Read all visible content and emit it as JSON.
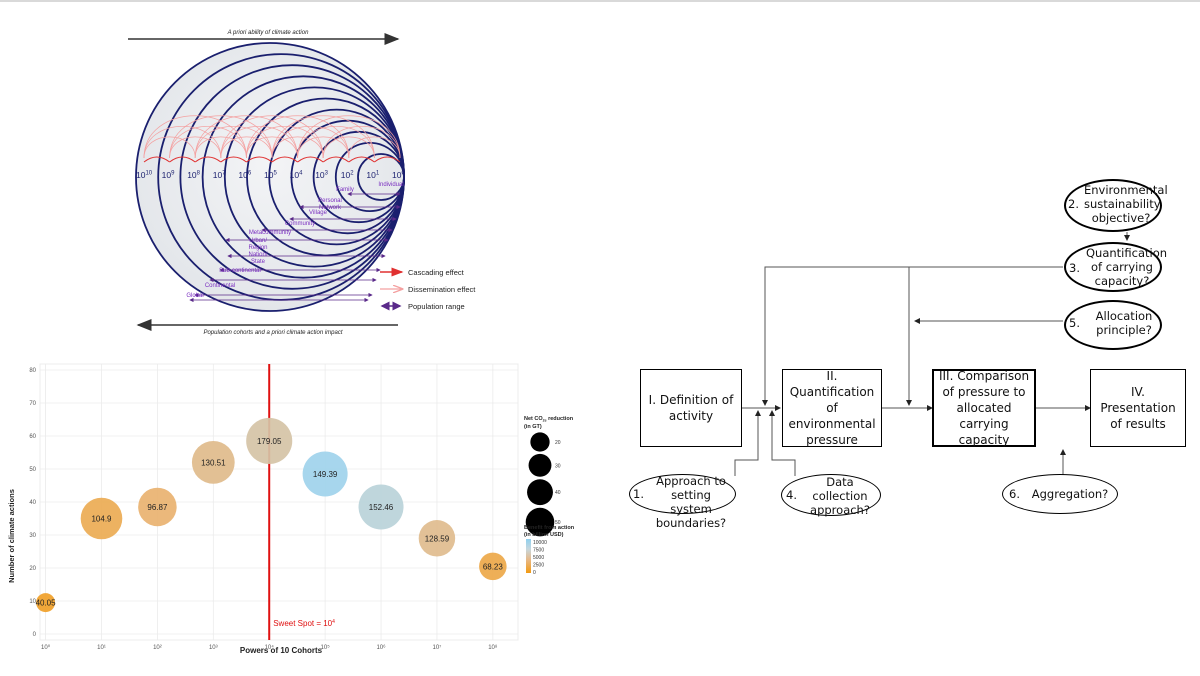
{
  "circle_diagram": {
    "top_arrow_label": "A priori ability of climate action",
    "bottom_arrow_label": "Population cohorts and a priori climate action impact",
    "powers": [
      "10",
      "9",
      "8",
      "7",
      "6",
      "5",
      "4",
      "3",
      "2",
      "1",
      "0"
    ],
    "power_base": "10",
    "cohorts": [
      "Individual",
      "Family",
      "Personal Network",
      "Village",
      "Community",
      "Metacommunity",
      "Urban/ Region",
      "Nation/ State",
      "Sub-continental",
      "Continental",
      "Global"
    ],
    "legend": [
      {
        "label": "Cascading effect",
        "color": "#e03030"
      },
      {
        "label": "Dissemination effect",
        "color": "#f4a0a0"
      },
      {
        "label": "Population range",
        "color": "#5a2a8a"
      }
    ],
    "colors": {
      "circle": "#1a1f6e",
      "cohort_text": "#7a2fc0",
      "cascade": "#e03030"
    }
  },
  "chart_data": {
    "type": "scatter",
    "xlabel": "Powers of 10 Cohorts",
    "ylabel": "Number of climate actions",
    "x_ticks": [
      "10⁰",
      "10¹",
      "10²",
      "10³",
      "10⁴",
      "10⁵",
      "10⁶",
      "10⁷",
      "10⁸"
    ],
    "y_ticks": [
      0,
      10,
      20,
      30,
      40,
      50,
      60,
      70,
      80
    ],
    "ylim": [
      0,
      80
    ],
    "xlim": [
      -0.1,
      8.45
    ],
    "points": [
      {
        "x": 0,
        "y": 9.5,
        "label": "40.05",
        "co2": 4,
        "benefit": 600
      },
      {
        "x": 1,
        "y": 35,
        "label": "104.9",
        "co2": 30,
        "benefit": 1800
      },
      {
        "x": 2,
        "y": 38.5,
        "label": "96.87",
        "co2": 25,
        "benefit": 2600
      },
      {
        "x": 3,
        "y": 52,
        "label": "130.51",
        "co2": 32,
        "benefit": 4300
      },
      {
        "x": 4,
        "y": 58.5,
        "label": "179.05",
        "co2": 38,
        "benefit": 5600
      },
      {
        "x": 5,
        "y": 48.5,
        "label": "149.39",
        "co2": 36,
        "benefit": 10000
      },
      {
        "x": 6,
        "y": 38.5,
        "label": "152.46",
        "co2": 36,
        "benefit": 7800
      },
      {
        "x": 7,
        "y": 29,
        "label": "128.59",
        "co2": 22,
        "benefit": 4500
      },
      {
        "x": 8,
        "y": 20.5,
        "label": "68.23",
        "co2": 11,
        "benefit": 1500
      }
    ],
    "sweet_spot": {
      "x": 4,
      "label": "Sweet Spot = 10",
      "exponent": "4",
      "color": "#e01010"
    },
    "legend_size": {
      "title_line1": "Net CO",
      "title_sub": "2e",
      "title_line1_end": " reduction",
      "title_line2": "(in GT)",
      "values": [
        "20",
        "30",
        "40",
        "50"
      ]
    },
    "legend_color": {
      "title_line1": "Benefit from action",
      "title_line2": "(in billion USD)",
      "values": [
        "10000",
        "7500",
        "5000",
        "2500",
        "0"
      ]
    },
    "grid": true
  },
  "flowchart": {
    "steps": [
      {
        "label": "I. Definition of activity"
      },
      {
        "label": "II. Quantification of environmental pressure"
      },
      {
        "label": "III. Comparison of pressure to allocated carrying capacity"
      },
      {
        "label": "IV. Presentation of results"
      }
    ],
    "questions": [
      {
        "num": "1.",
        "text": "Approach to setting system boundaries?"
      },
      {
        "num": "2.",
        "text": "Environmental sustainability objective?"
      },
      {
        "num": "3.",
        "text": "Quantification of carrying capacity?"
      },
      {
        "num": "4.",
        "text": "Data collection approach?"
      },
      {
        "num": "5.",
        "text": "Allocation principle?"
      },
      {
        "num": "6.",
        "text": "Aggregation?"
      }
    ]
  }
}
